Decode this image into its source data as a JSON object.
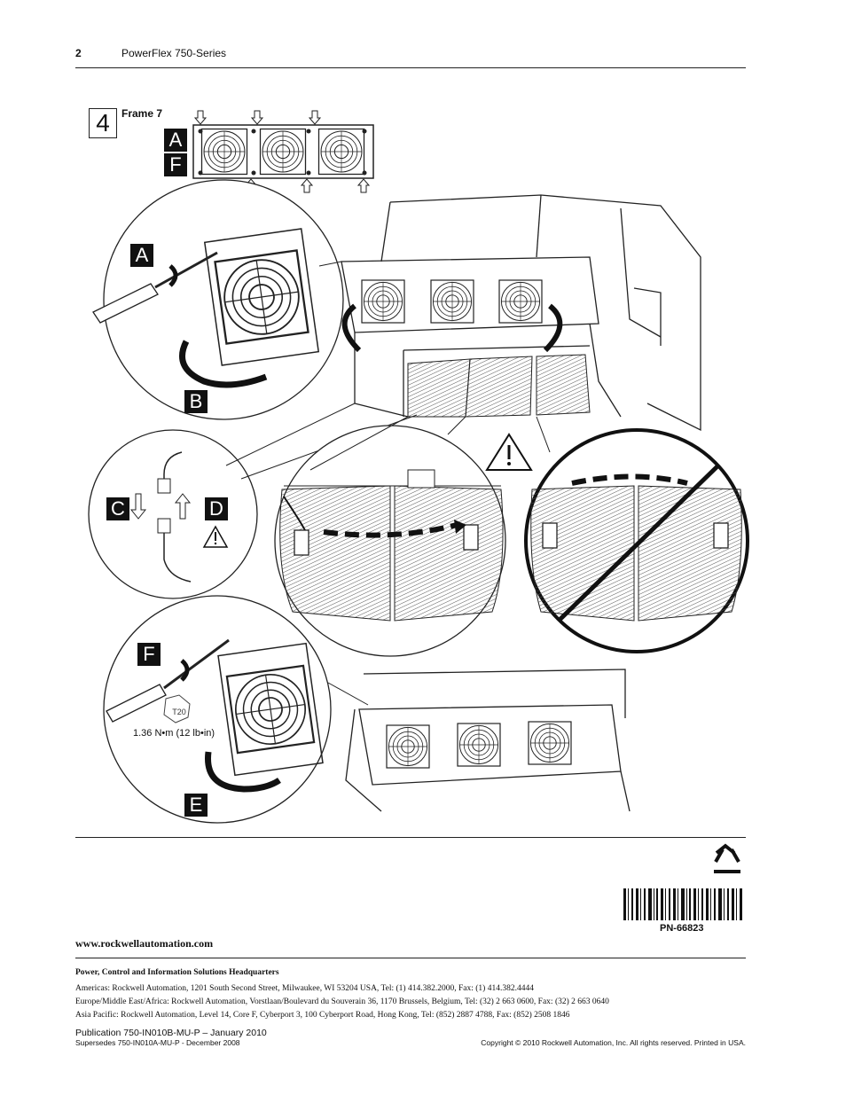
{
  "header": {
    "page_number": "2",
    "title": "PowerFlex 750-Series"
  },
  "step": {
    "number": "4",
    "frame_label": "Frame 7"
  },
  "callouts": {
    "a_top": "A",
    "f_top": "F",
    "a": "A",
    "b": "B",
    "c": "C",
    "d": "D",
    "f": "F",
    "e": "E"
  },
  "tool": {
    "bit": "T20",
    "torque": "1.36 N•m (12 lb•in)"
  },
  "footer": {
    "url": "www.rockwellautomation.com",
    "hq_title": "Power, Control and Information Solutions Headquarters",
    "americas": "Americas: Rockwell Automation, 1201 South Second Street, Milwaukee, WI 53204 USA, Tel: (1) 414.382.2000, Fax: (1) 414.382.4444",
    "europe": "Europe/Middle East/Africa: Rockwell Automation, Vorstlaan/Boulevard du Souverain 36, 1170 Brussels, Belgium, Tel: (32) 2 663 0600, Fax: (32) 2 663 0640",
    "asia": "Asia Pacific: Rockwell Automation, Level 14, Core F, Cyberport 3, 100 Cyberport Road, Hong Kong, Tel: (852) 2887 4788, Fax: (852) 2508 1846",
    "publication": "Publication 750-IN010B-MU-P – January 2010",
    "supersedes": "Supersedes 750-IN010A-MU-P - December 2008",
    "copyright": "Copyright © 2010 Rockwell Automation, Inc. All rights reserved. Printed in USA.",
    "part_number": "PN-66823"
  },
  "icons": [
    "recycle-icon",
    "warning-icon",
    "prohibited-icon",
    "screwdriver-icon",
    "barcode"
  ]
}
